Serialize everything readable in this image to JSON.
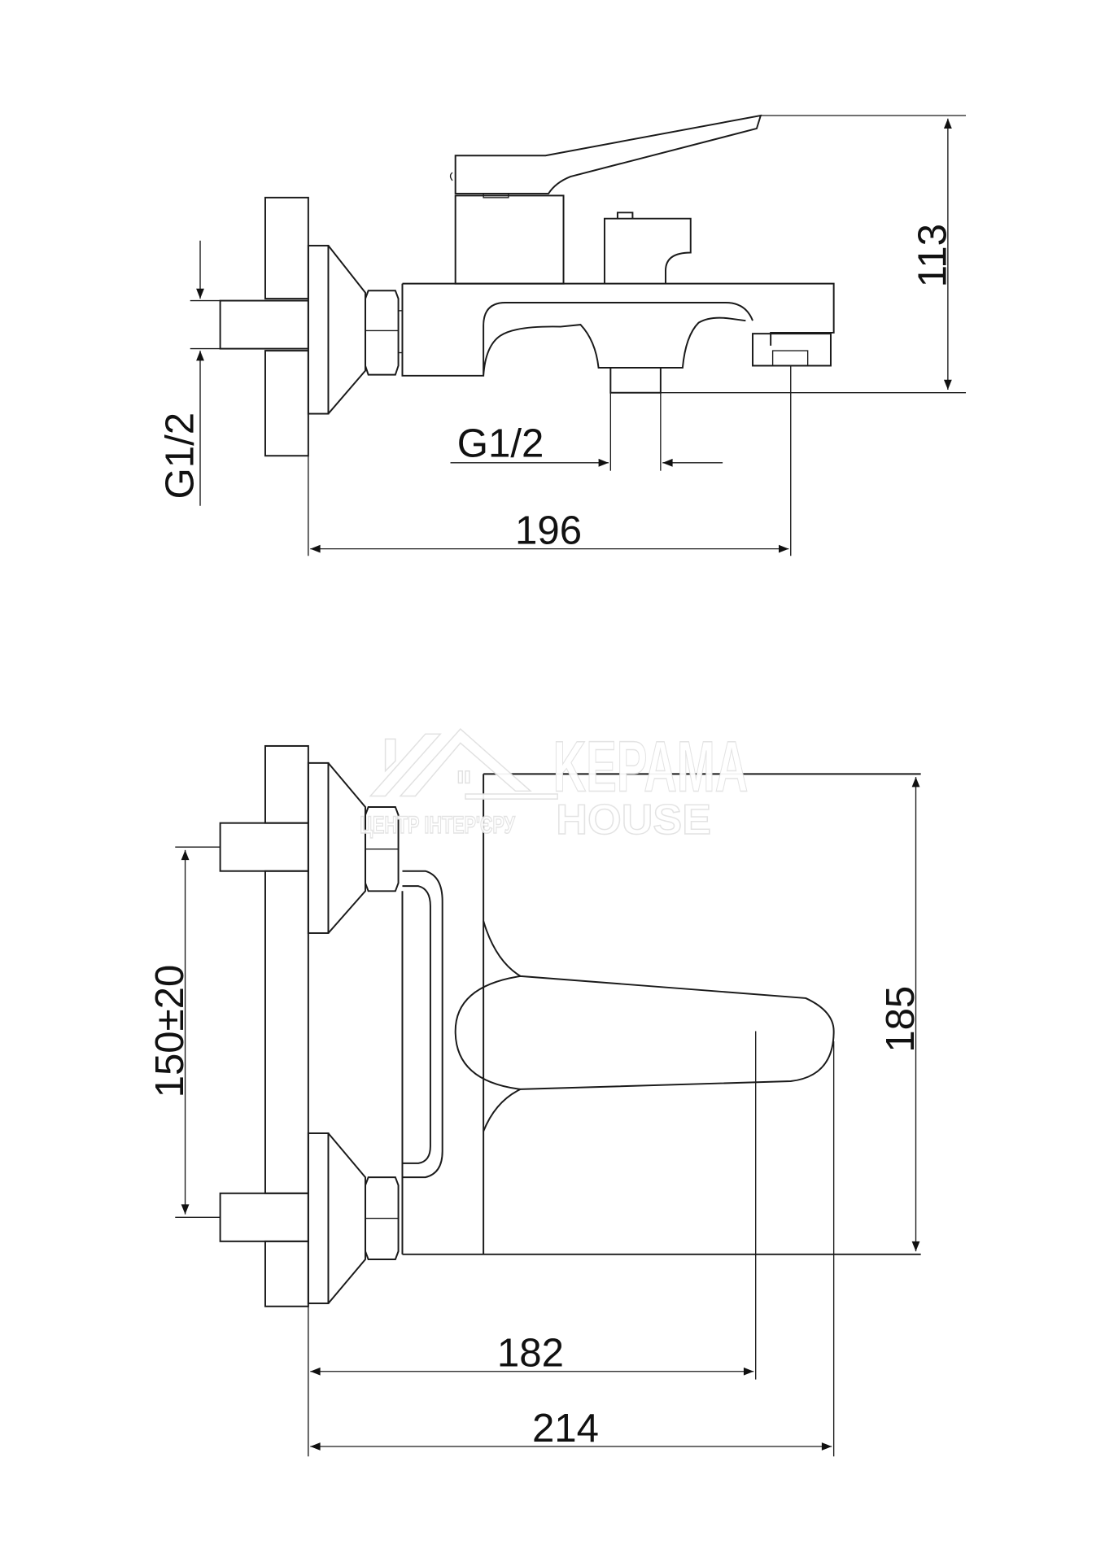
{
  "drawing": {
    "side_view": {
      "height_dim": "113",
      "outlet_thread": "G1/2",
      "inlet_thread": "G1/2",
      "spout_reach_dim": "196"
    },
    "top_view": {
      "depth_dim": "185",
      "inlet_spacing_dim": "150±20",
      "outlet_dim": "182",
      "overall_dim": "214"
    }
  },
  "watermark": {
    "brand": "KEPAMA",
    "sub": "HOUSE",
    "tagline": "ЦЕНТР ІНТЕР'ЄРУ"
  },
  "colors": {
    "line": "#1a1a1a",
    "background": "#ffffff"
  }
}
